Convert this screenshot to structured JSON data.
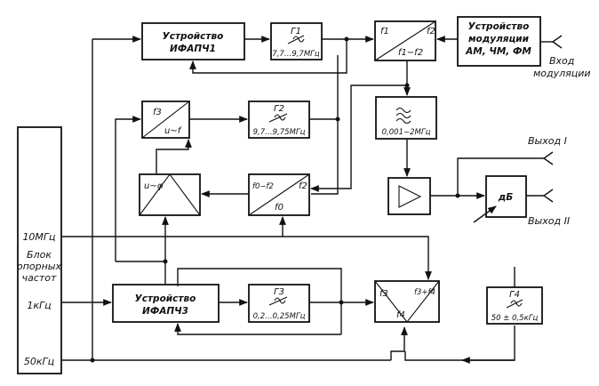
{
  "blocks": {
    "ifapch1": {
      "line1": "Устройство",
      "line2": "ИФАПЧ1"
    },
    "ifapch3": {
      "line1": "Устройство",
      "line2": "ИФАПЧ3"
    },
    "g1": {
      "name": "Г1",
      "range": "7,7…9,7МГц"
    },
    "g2": {
      "name": "Г2",
      "range": "9,7…9,75МГц"
    },
    "g3": {
      "name": "Г3",
      "range": "0,2…0,25МГц"
    },
    "g4": {
      "name": "Г4",
      "range": "50 ± 0,5кГц"
    },
    "mixer_top": {
      "in1": "f1",
      "in2": "f2",
      "out": "f1−f2"
    },
    "mixer_mid": {
      "in1": "f0−f2",
      "in2": "f2",
      "out": "f0"
    },
    "mixer_bottom": {
      "in1": "f3",
      "in2": "f3+f4",
      "out": "f4"
    },
    "phase_det": {
      "label": "u~φ"
    },
    "fu_conv": {
      "top": "f3",
      "bottom": "u~f"
    },
    "modulator": {
      "line1": "Устройство",
      "line2": "модуляции",
      "line3": "АМ, ЧМ, ФМ"
    },
    "filter": {
      "range": "0,001−2МГц"
    },
    "attenuator": {
      "label": "дБ"
    },
    "ref_block": {
      "line1": "Блок",
      "line2": "опорных",
      "line3": "частот"
    }
  },
  "labels": {
    "mod_input_1": "Вход",
    "mod_input_2": "модуляции",
    "out1": "Выход I",
    "out2": "Выход II",
    "ref_10mhz": "10МГц",
    "ref_1khz": "1кГц",
    "ref_50khz": "50кГц"
  }
}
